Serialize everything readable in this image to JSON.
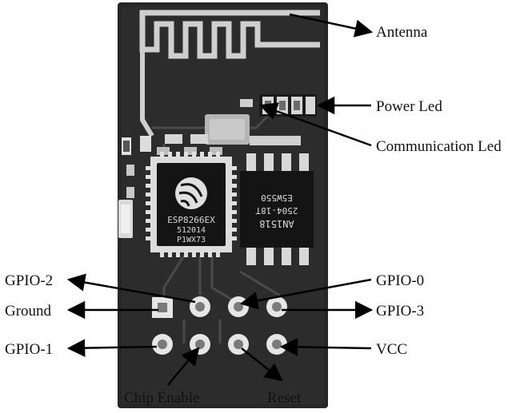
{
  "labels": {
    "antenna": "Antenna",
    "power_led": "Power Led",
    "communication_led": "Communication Led",
    "gpio2": "GPIO-2",
    "ground": "Ground",
    "gpio1": "GPIO-1",
    "gpio0": "GPIO-0",
    "gpio3": "GPIO-3",
    "vcc": "VCC",
    "chip_enable": "Chip Enable",
    "reset": "Reset"
  },
  "mcu_chip": {
    "line1": "ESP8266EX",
    "line2": "512014",
    "line3": "P1WX73"
  },
  "flash_chip": {
    "line1": "AN1518",
    "line2": "2504-18T",
    "line3": "E5W550"
  },
  "colors": {
    "board": "#262626",
    "trace": "#cfcfcf",
    "pad": "#e6e6e6",
    "chip": "#141414",
    "arrow": "#000000"
  }
}
